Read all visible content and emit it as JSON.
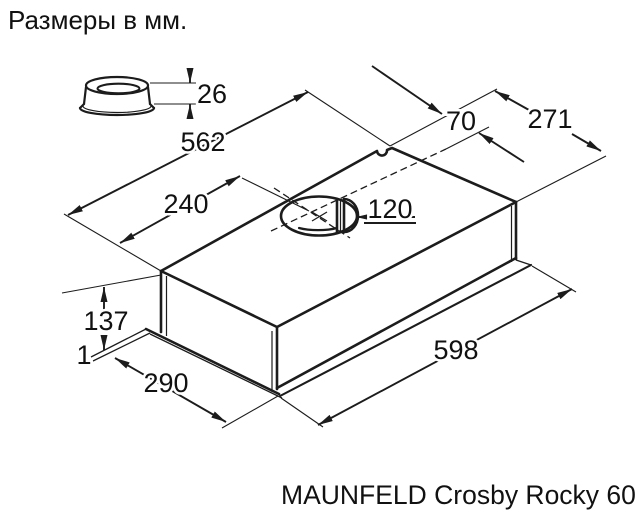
{
  "title": "Размеры в мм.",
  "caption": "MAUNFELD Crosby Rocky 60",
  "units": "мм",
  "colors": {
    "line": "#1c1c1c",
    "background": "#ffffff",
    "text": "#111111"
  },
  "dimensions": {
    "flange_height": "26",
    "top_width": "562",
    "hole_center_from_left": "240",
    "hole_center_from_back": "70",
    "top_depth": "271",
    "duct_diameter": "120",
    "body_height": "137",
    "visor_thickness": "1",
    "bottom_depth": "290",
    "bottom_width": "598"
  }
}
